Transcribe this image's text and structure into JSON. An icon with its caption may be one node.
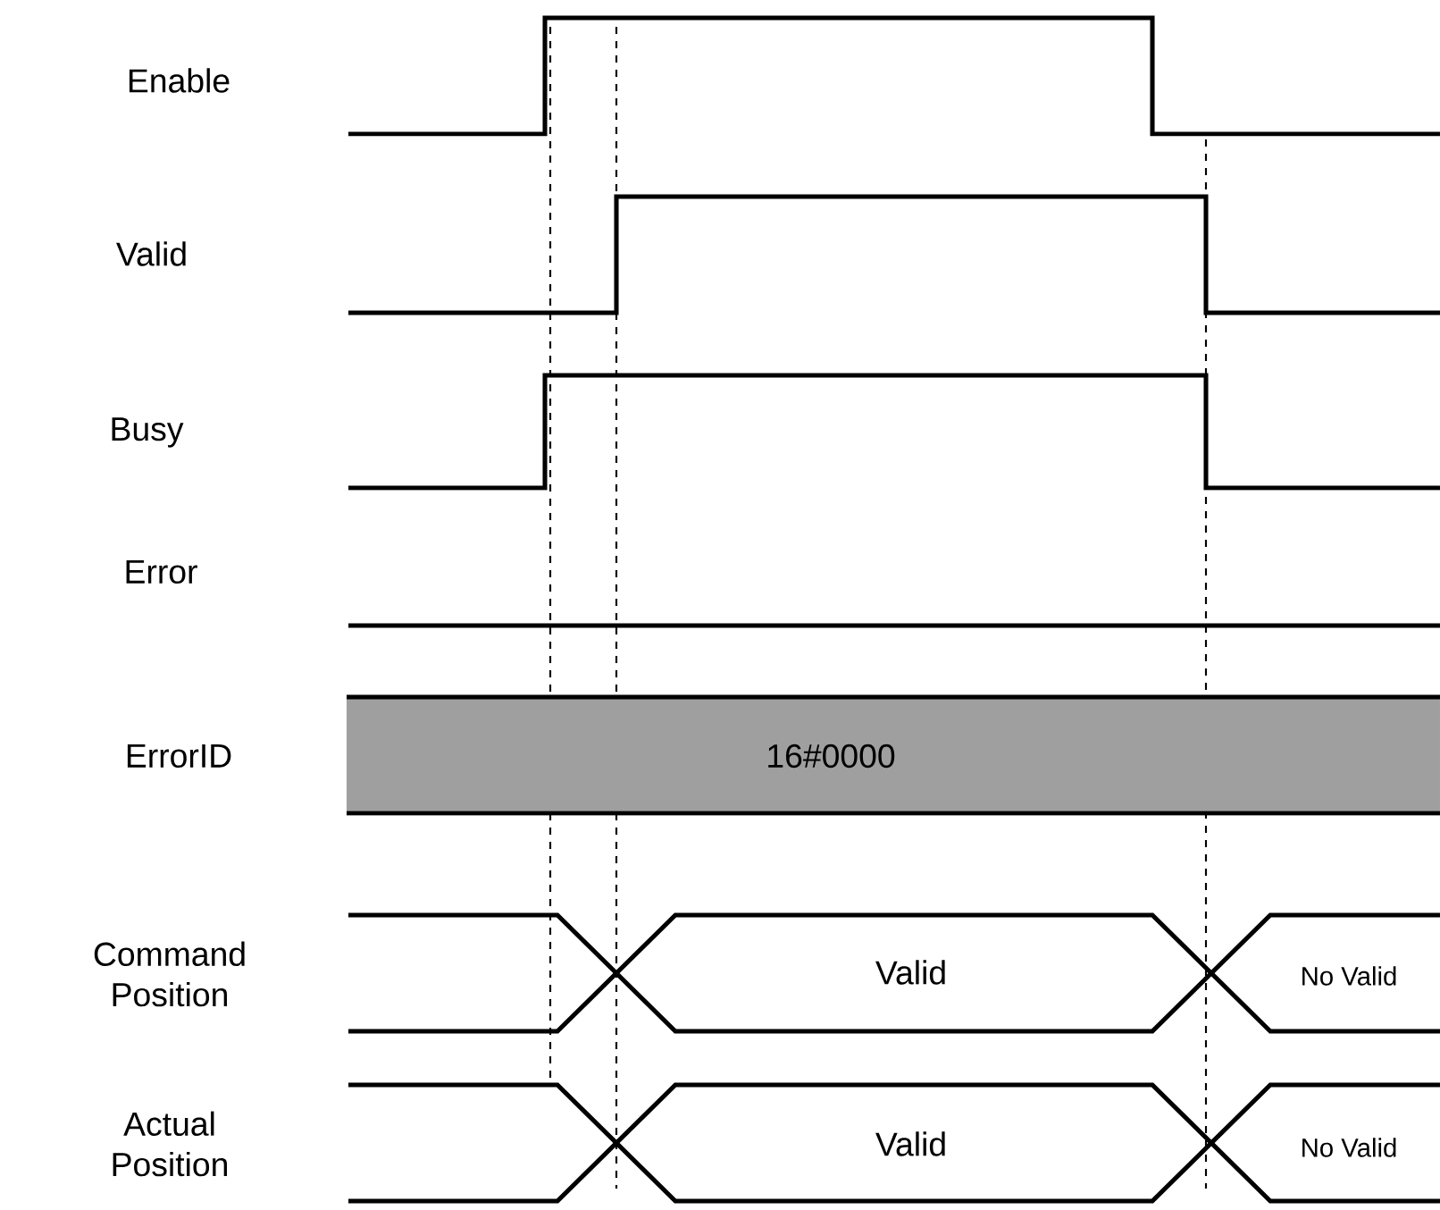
{
  "diagram": {
    "nodes": [
      {
        "text": [
          "16#0000"
        ]
      }
    ],
    "labels": [
      "Enable",
      "Valid",
      "Busy",
      "Error",
      "ErrorID",
      "Command Position",
      "Valid",
      "No Valid",
      "Actual Position",
      "Valid",
      "No Valid"
    ]
  }
}
